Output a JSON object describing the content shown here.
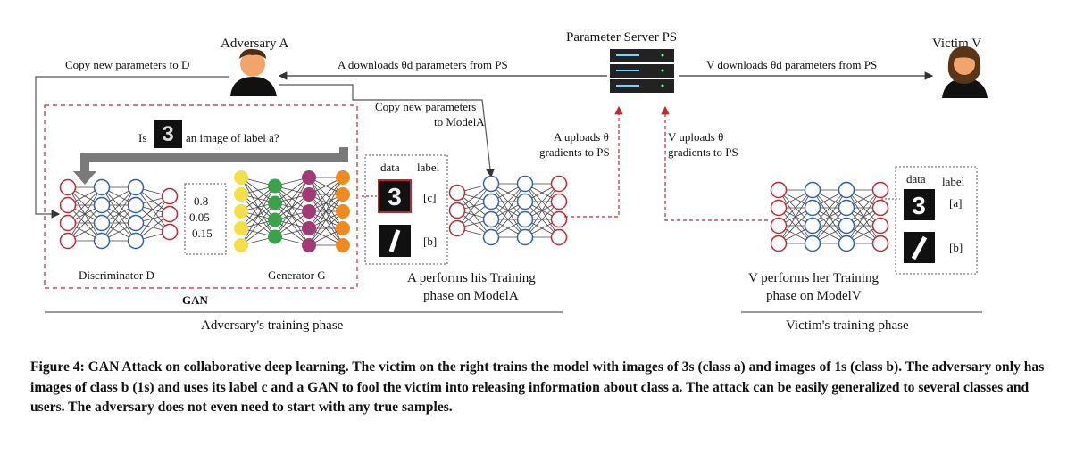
{
  "actors": {
    "adversary": "Adversary A",
    "server": "Parameter Server PS",
    "victim": "Victim V"
  },
  "arrows": {
    "copy_to_d": "Copy new parameters to D",
    "a_downloads": "A downloads θd parameters from PS",
    "v_downloads": "V downloads θd parameters from PS",
    "copy_to_model_1": "Copy new parameters",
    "copy_to_model_2": "to ModelA",
    "a_uploads_1": "A uploads θ",
    "a_uploads_2": "gradients to PS",
    "v_uploads_1": "V uploads θ",
    "v_uploads_2": "gradients to PS"
  },
  "gan": {
    "question_prefix": "Is",
    "question_suffix": "an image of label a?",
    "scores": [
      "0.8",
      "0.05",
      "0.15"
    ],
    "discriminator_label": "Discriminator D",
    "generator_label": "Generator G",
    "gan_label": "GAN"
  },
  "adversary_table": {
    "header_data": "data",
    "header_label": "label",
    "rows": [
      {
        "digit": "3",
        "label": "[c]"
      },
      {
        "digit": "1",
        "label": "[b]"
      }
    ]
  },
  "victim_table": {
    "header_data": "data",
    "header_label": "label",
    "rows": [
      {
        "digit": "3",
        "label": "[a]"
      },
      {
        "digit": "1",
        "label": "[b]"
      }
    ]
  },
  "captions": {
    "a_training_1": "A performs his Training",
    "a_training_2": "phase on ModelA",
    "v_training_1": "V performs her Training",
    "v_training_2": "phase on ModelV",
    "adversary_phase": "Adversary's training phase",
    "victim_phase": "Victim's training phase"
  },
  "figure_caption": "Figure 4: GAN Attack on collaborative deep learning. The victim on the right trains the model with images of 3s (class a) and images of 1s (class b). The adversary only has images of class b (1s) and uses its label c and a GAN to fool the victim into releasing information about class a. The attack can be easily generalized to several classes and users. The adversary does not even need to start with any true samples.",
  "colors": {
    "neuron_red": "#c0282f",
    "neuron_blue": "#2f5fb3",
    "gen_yellow": "#f3df4a",
    "gen_green": "#3aa24a",
    "gen_purple": "#a33a78",
    "gen_orange": "#ef8a1f",
    "dashed_red": "#c0282f",
    "arrow_gray": "#555555"
  }
}
